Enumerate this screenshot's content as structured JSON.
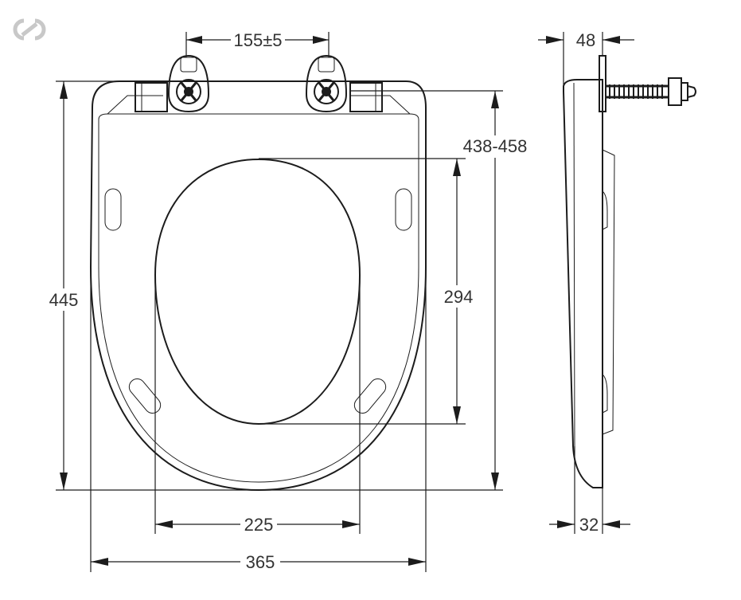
{
  "logo": {
    "name": "link-logo-icon"
  },
  "dimensions": {
    "hinge_spacing": "155±5",
    "total_length": "445",
    "hinge_to_front": "438-458",
    "opening_length": "294",
    "opening_width": "225",
    "total_width": "365",
    "bolt_length": "48",
    "seat_thickness": "32"
  },
  "colors": {
    "line": "#1c1c1c",
    "text": "#333333",
    "logo": "#c8c8c8"
  }
}
